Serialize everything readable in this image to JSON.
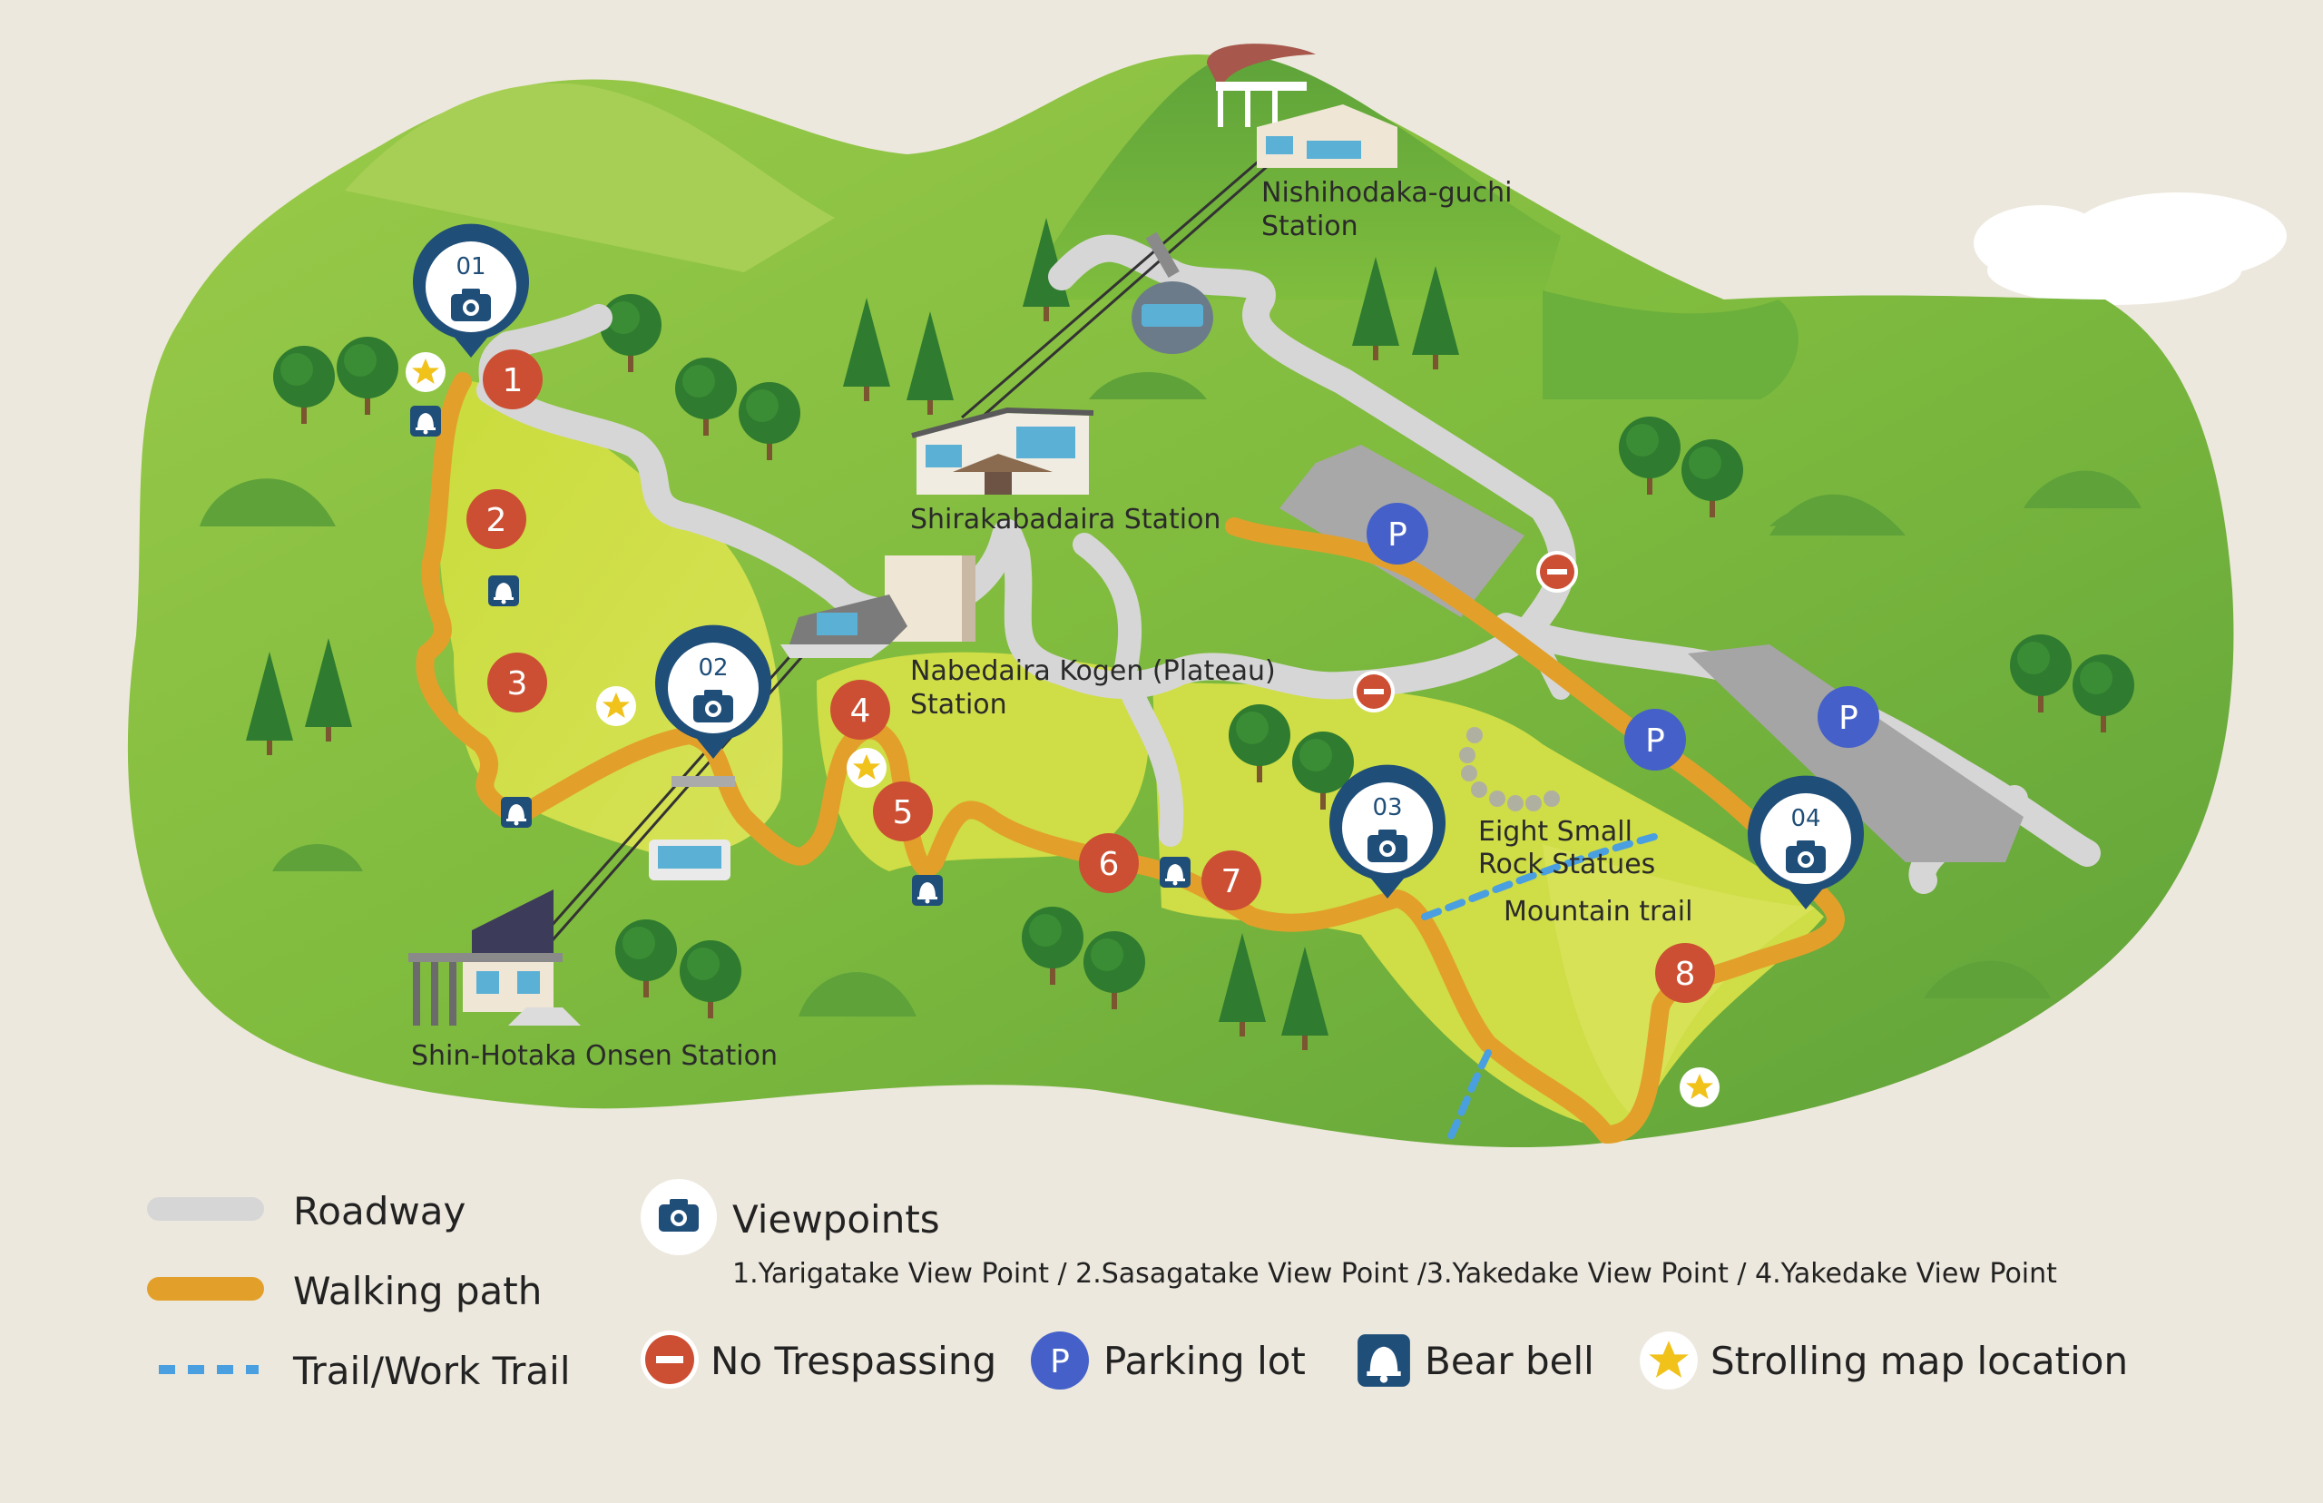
{
  "colors": {
    "background": "#ede8dd",
    "roadway": "#d6d6d6",
    "walking_path": "#e2a02b",
    "trail": "#4a9fe0",
    "viewpoint": "#1f4e79",
    "number_badge": "#cc4f33",
    "no_trespassing": "#cc4f33",
    "parking": "#4560c9",
    "bear_bell": "#1f4e79",
    "strolling_star": "#f0c21a"
  },
  "stations": {
    "nishihodaka": "Nishihodaka-guchi",
    "nishihodaka_line2": "Station",
    "shirakabadaira": "Shirakabadaira Station",
    "nabedaira": "Nabedaira Kogen (Plateau)",
    "nabedaira_line2": "Station",
    "shinhotaka": "Shin-Hotaka Onsen Station"
  },
  "places": {
    "rock_statues_line1": "Eight Small",
    "rock_statues_line2": "Rock Statues",
    "mountain_trail": "Mountain trail"
  },
  "viewpoints": [
    "01",
    "02",
    "03",
    "04"
  ],
  "route_numbers": [
    "1",
    "2",
    "3",
    "4",
    "5",
    "6",
    "7",
    "8"
  ],
  "parking_symbol": "P",
  "legend": {
    "roadway": "Roadway",
    "walking_path": "Walking path",
    "trail": "Trail/Work Trail",
    "viewpoints_title": "Viewpoints",
    "viewpoints_list": "1.Yarigatake View Point / 2.Sasagatake View Point /3.Yakedake View Point / 4.Yakedake View Point",
    "no_trespassing": "No Trespassing",
    "parking": "Parking lot",
    "bear_bell": "Bear bell",
    "strolling": "Strolling map location"
  },
  "icons": {
    "viewpoint": "camera-icon",
    "no_trespassing": "no-entry-icon",
    "parking": "parking-icon",
    "bear_bell": "bell-icon",
    "strolling": "star-icon"
  }
}
